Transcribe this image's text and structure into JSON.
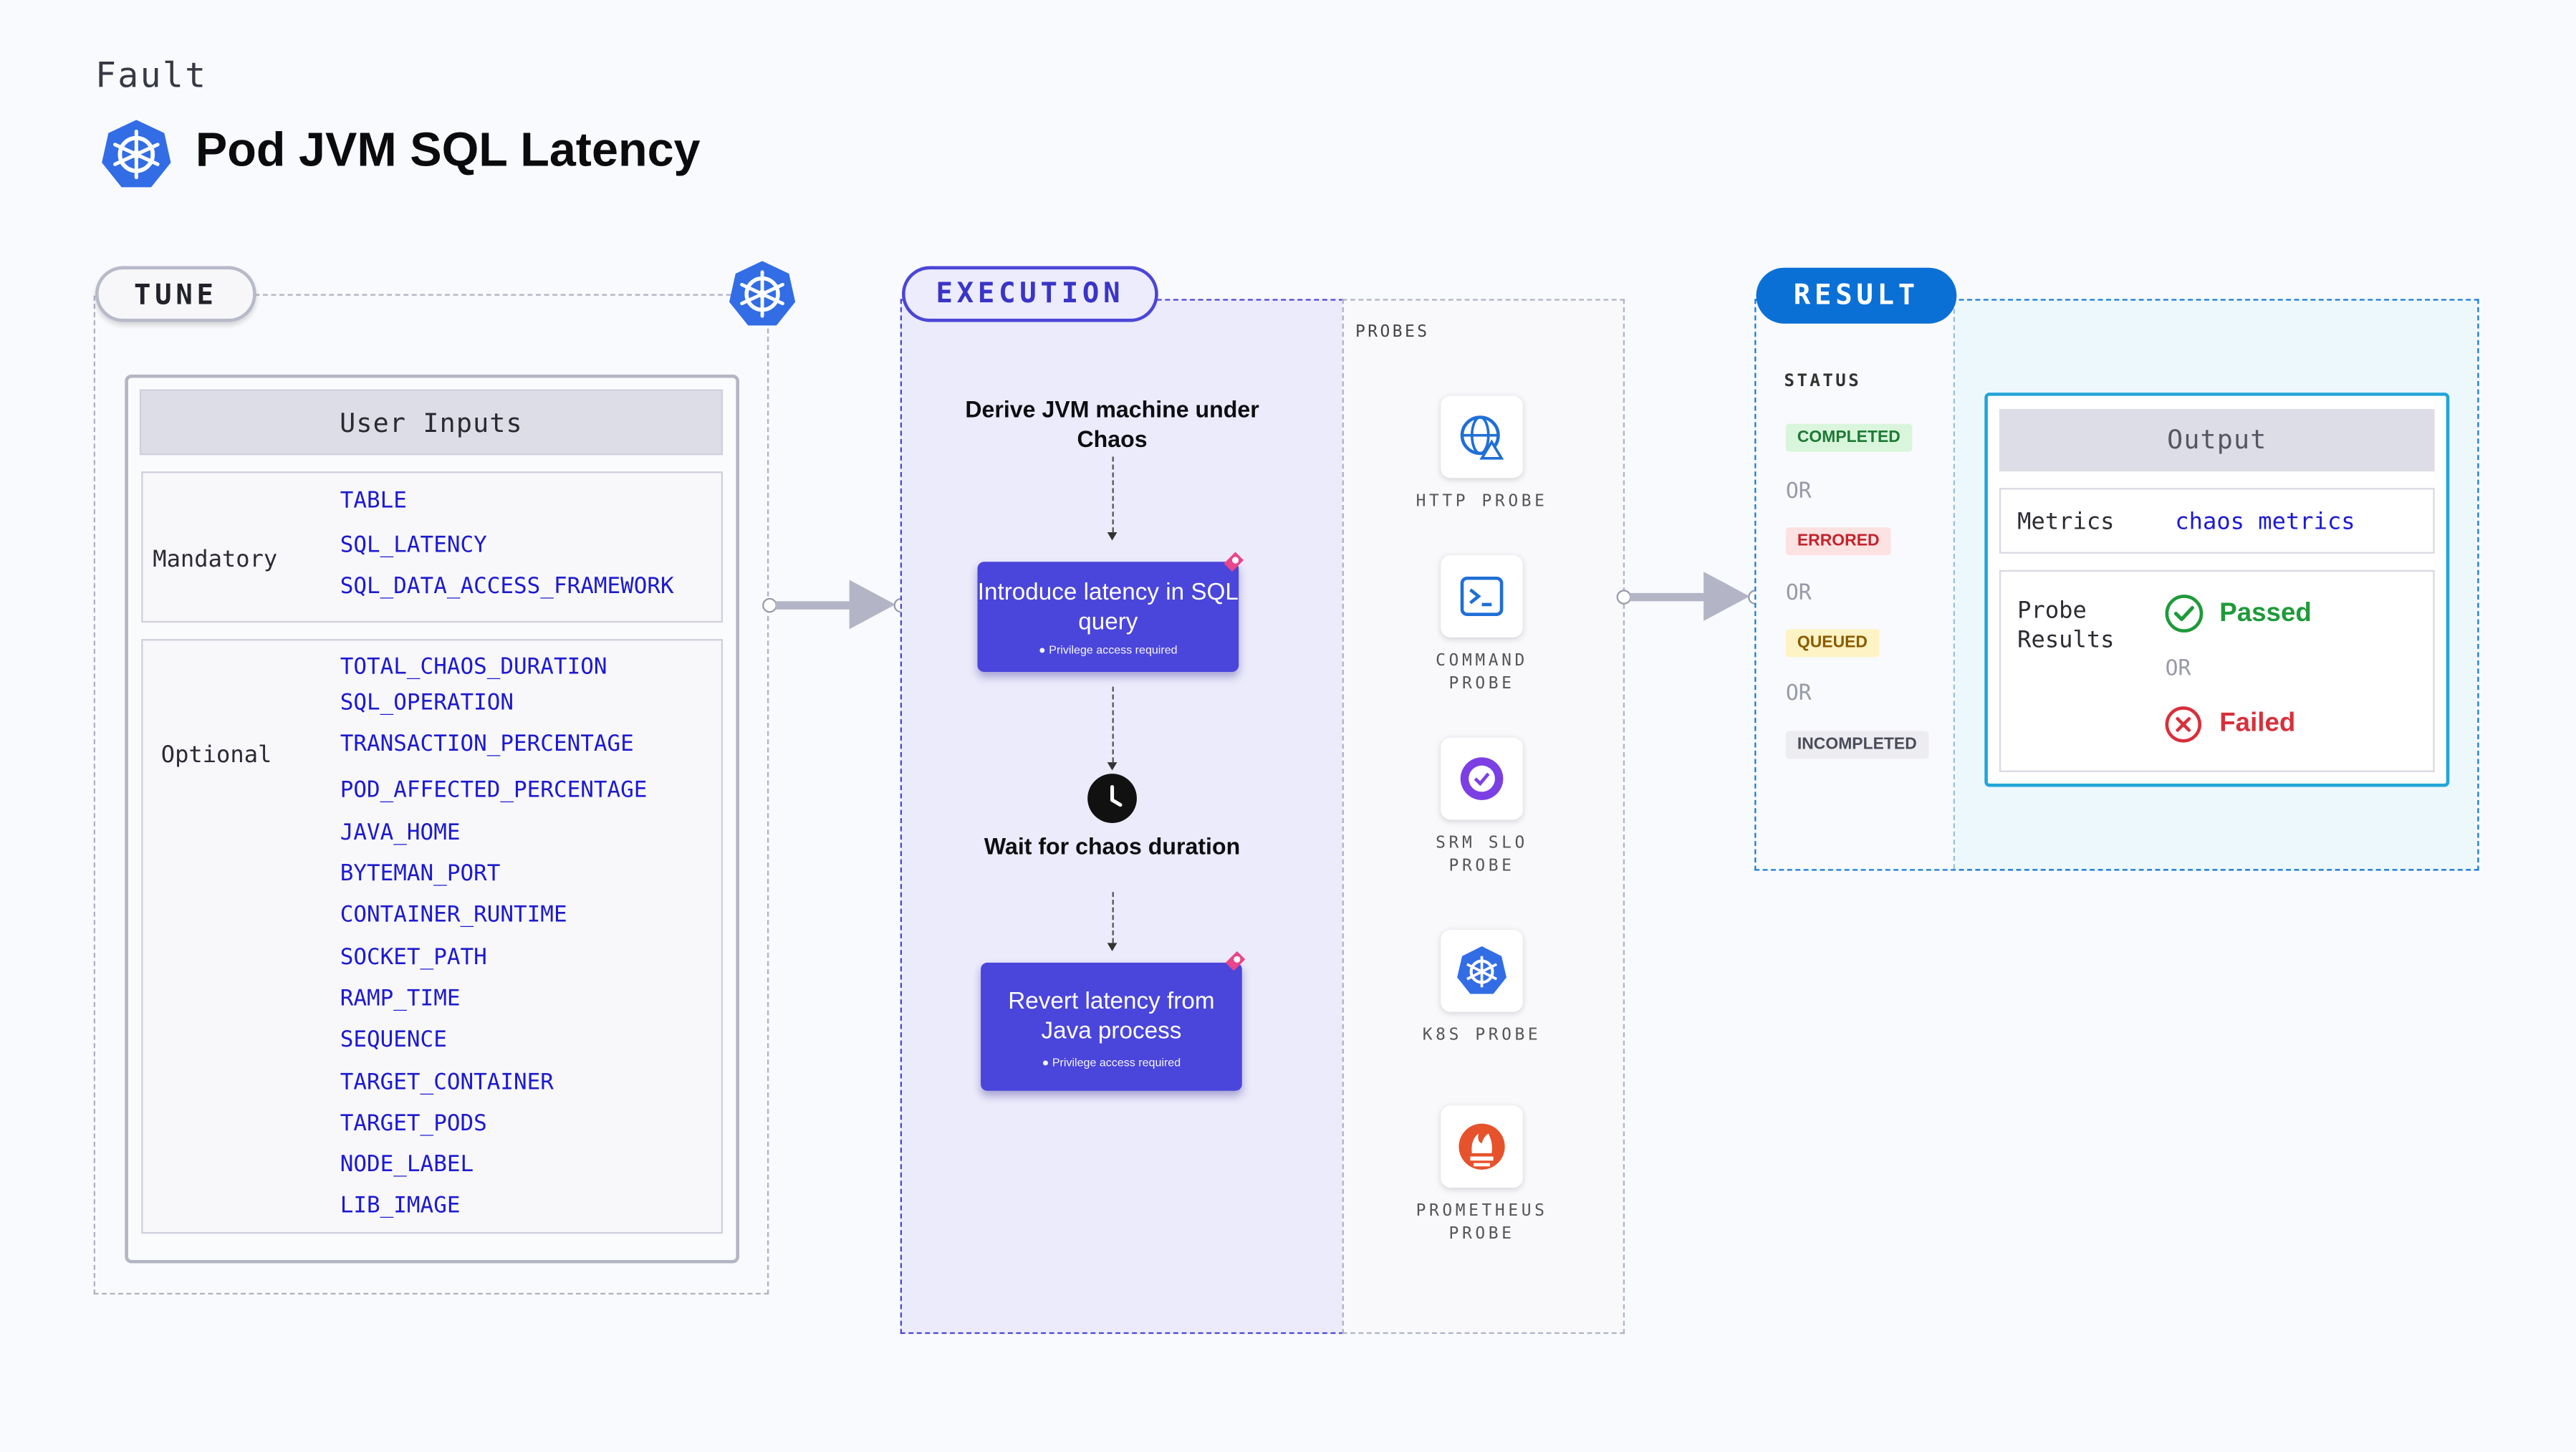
{
  "header": {
    "kind": "Fault",
    "title": "Pod JVM SQL Latency",
    "icon": "kubernetes-icon"
  },
  "tune": {
    "label": "TUNE",
    "inputs_title": "User Inputs",
    "mandatory_label": "Mandatory",
    "mandatory": [
      "TABLE",
      "SQL_LATENCY",
      "SQL_DATA_ACCESS_FRAMEWORK"
    ],
    "optional_label": "Optional",
    "optional": [
      "TOTAL_CHAOS_DURATION",
      "SQL_OPERATION",
      "TRANSACTION_PERCENTAGE",
      "POD_AFFECTED_PERCENTAGE",
      "JAVA_HOME",
      "BYTEMAN_PORT",
      "CONTAINER_RUNTIME",
      "SOCKET_PATH",
      "RAMP_TIME",
      "SEQUENCE",
      "TARGET_CONTAINER",
      "TARGET_PODS",
      "NODE_LABEL",
      "LIB_IMAGE"
    ]
  },
  "execution": {
    "label": "EXECUTION",
    "step1": "Derive JVM machine under Chaos",
    "step2": {
      "title": "Introduce latency in SQL query",
      "note": "Privilege access required"
    },
    "step3": "Wait for chaos duration",
    "step4": {
      "title": "Revert latency from Java process",
      "note": "Privilege access required"
    }
  },
  "probes": {
    "title": "PROBES",
    "items": [
      {
        "label": "HTTP PROBE",
        "icon": "http-probe-icon"
      },
      {
        "label": "COMMAND PROBE",
        "icon": "command-probe-icon"
      },
      {
        "label": "SRM SLO PROBE",
        "icon": "srm-slo-probe-icon"
      },
      {
        "label": "K8S PROBE",
        "icon": "k8s-probe-icon"
      },
      {
        "label": "PROMETHEUS PROBE",
        "icon": "prometheus-probe-icon"
      }
    ]
  },
  "result": {
    "label": "RESULT",
    "status_title": "STATUS",
    "statuses": [
      "COMPLETED",
      "ERRORED",
      "QUEUED",
      "INCOMPLETED"
    ],
    "or": "OR",
    "output_title": "Output",
    "metrics_label": "Metrics",
    "metrics_value": "chaos metrics",
    "probe_results_label": "Probe Results",
    "passed": "Passed",
    "failed": "Failed"
  },
  "colors": {
    "exec_accent": "#4a45db",
    "result_accent": "#0a70d6",
    "param_text": "#1d1ad0",
    "completed_bg": "#d9f6dd",
    "errored_bg": "#fde2e2",
    "queued_bg": "#fdf3c4",
    "incompleted_bg": "#ececf1",
    "passed": "#1e9a3a",
    "failed": "#d8303b"
  }
}
